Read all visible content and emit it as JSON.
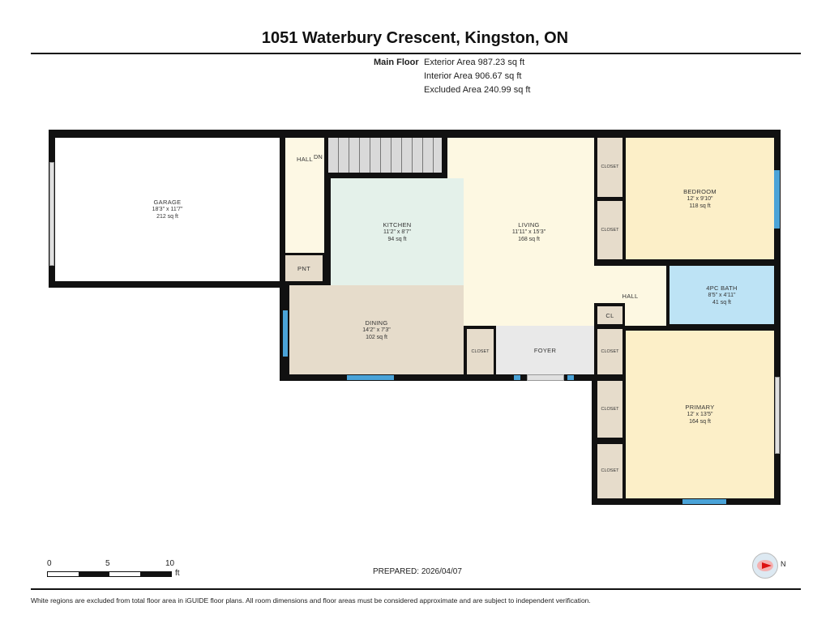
{
  "header": {
    "title": "1051 Waterbury Crescent, Kingston, ON"
  },
  "summary": {
    "floor": "Main Floor",
    "exterior": "Exterior Area 987.23 sq ft",
    "interior": "Interior Area 906.67 sq ft",
    "excluded": "Excluded Area 240.99 sq ft"
  },
  "rooms": {
    "garage": {
      "name": "GARAGE",
      "dims": "18'3\" x 11'7\"",
      "area": "212 sq ft"
    },
    "hall1": {
      "name": "HALL"
    },
    "dn": "DN",
    "pnt": {
      "name": "PNT"
    },
    "kitchen": {
      "name": "KITCHEN",
      "dims": "11'2\" x 8'7\"",
      "area": "94 sq ft"
    },
    "dining": {
      "name": "DINING",
      "dims": "14'2\" x 7'3\"",
      "area": "102 sq ft"
    },
    "living": {
      "name": "LIVING",
      "dims": "11'11\" x 15'3\"",
      "area": "168 sq ft"
    },
    "bedroom": {
      "name": "BEDROOM",
      "dims": "12' x 9'10\"",
      "area": "118 sq ft"
    },
    "hall2": {
      "name": "HALL"
    },
    "bath": {
      "name": "4PC BATH",
      "dims": "8'5\" x 4'11\"",
      "area": "41 sq ft"
    },
    "cl": {
      "name": "CL"
    },
    "foyer": {
      "name": "FOYER"
    },
    "primary": {
      "name": "PRIMARY",
      "dims": "12' x 13'5\"",
      "area": "164 sq ft"
    },
    "closet": "CLOSET"
  },
  "scale": {
    "labels": [
      "0",
      "5",
      "10"
    ],
    "unit": "ft"
  },
  "prepared": "PREPARED: 2026/04/07",
  "compass": "N",
  "footer": "White regions are excluded from total floor area in iGUIDE floor plans. All room dimensions and floor areas must be considered approximate and are subject to independent verification.",
  "colors": {
    "wall": "#111111",
    "living": "#fdf8e2",
    "bedroom": "#fcefc8",
    "kitchen": "#e4f1ea",
    "dining": "#e6dccb",
    "bath": "#bde3f5",
    "foyer": "#e9e9e9",
    "window": "#4aa3d8"
  }
}
